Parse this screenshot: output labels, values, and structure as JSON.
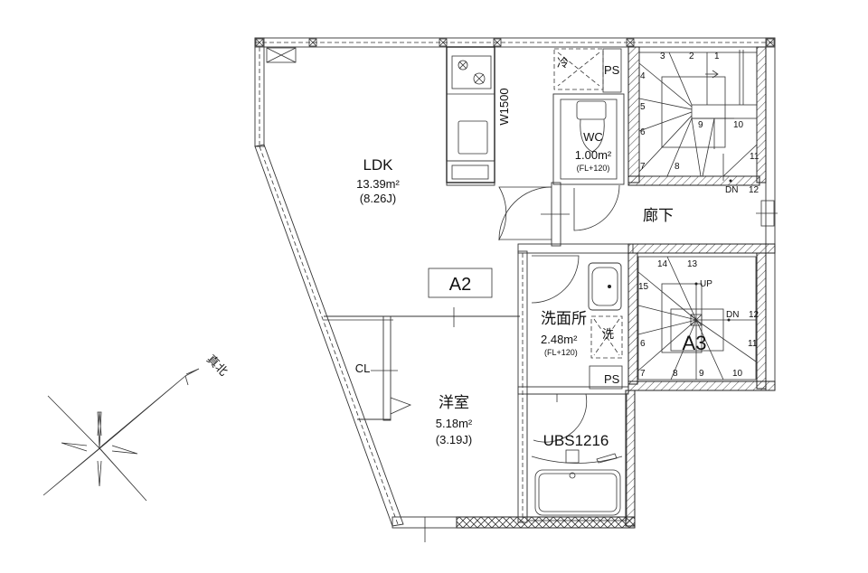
{
  "rooms": {
    "ldk": {
      "name": "LDK",
      "area": "13.39m²",
      "jo": "(8.26J)"
    },
    "western_room": {
      "name": "洋室",
      "area": "5.18m²",
      "jo": "(3.19J)"
    },
    "wc": {
      "name": "WC",
      "area": "1.00m²",
      "floor_level": "(FL+120)"
    },
    "washroom": {
      "name": "洗面所",
      "area": "2.48m²",
      "floor_level": "(FL+120)"
    },
    "hallway": {
      "name": "廊下"
    },
    "closet": {
      "name": "CL"
    },
    "bath": {
      "name": "UBS1216"
    }
  },
  "fixtures": {
    "kitchen_width": "W1500",
    "fridge": "冷",
    "washer": "洗",
    "ps_top": "PS",
    "ps_bottom": "PS"
  },
  "unit_labels": {
    "a2": "A2",
    "a3": "A3"
  },
  "stairs": {
    "upper": {
      "steps": [
        "1",
        "2",
        "3",
        "4",
        "5",
        "6",
        "7",
        "8",
        "9",
        "10",
        "11",
        "12"
      ],
      "direction": "DN"
    },
    "lower": {
      "steps": [
        "6",
        "7",
        "8",
        "9",
        "10",
        "11",
        "12",
        "13",
        "14",
        "15"
      ],
      "up": "UP",
      "down": "DN"
    }
  },
  "compass": {
    "label": "真北"
  }
}
